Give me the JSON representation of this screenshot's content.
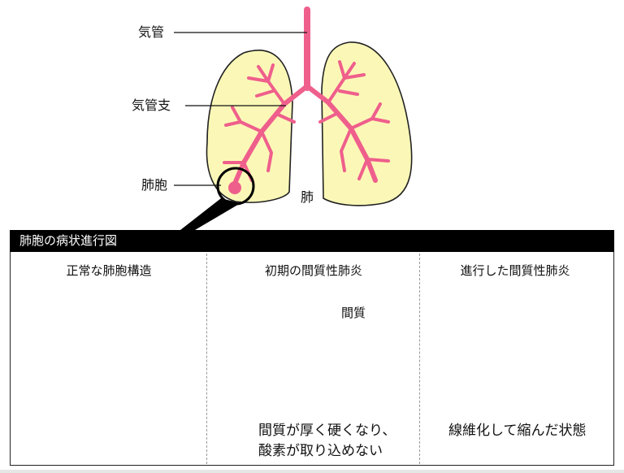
{
  "labels": {
    "trachea": "気管",
    "bronchi": "気管支",
    "alveoli": "肺胞",
    "lung": "肺"
  },
  "panel": {
    "title": "肺胞の病状進行図",
    "stages": [
      {
        "title": "正常な肺胞構造",
        "caption": []
      },
      {
        "title": "初期の間質性肺炎",
        "annotation": "間質",
        "caption": [
          "間質が厚く硬くなり、",
          "酸素が取り込めない"
        ]
      },
      {
        "title": "進行した間質性肺炎",
        "caption": [
          "線維化して縮んだ状態"
        ]
      }
    ]
  },
  "colors": {
    "lung_fill": "#fbf8b7",
    "airway": "#ef5f8c",
    "alveolus_light": "#fbc6dc",
    "alveolus_mid": "#f598c0",
    "alveolus_dark": "#e8679c",
    "outline": "#222222"
  }
}
